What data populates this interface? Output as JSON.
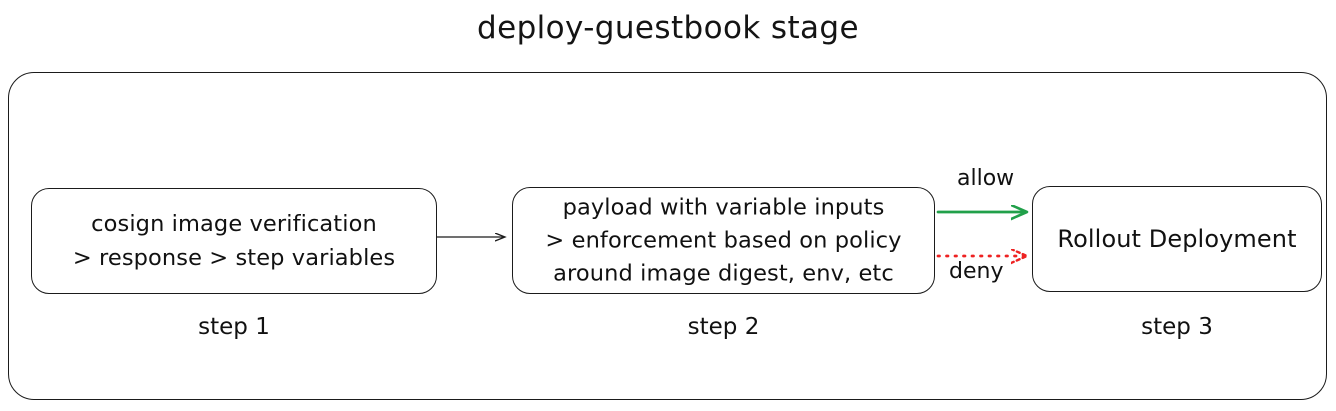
{
  "title": "deploy-guestbook stage",
  "colors": {
    "stroke": "#1b1b1b",
    "text": "#111111",
    "allow": "#21a04a",
    "deny": "#ee2222",
    "background": "#ffffff"
  },
  "stage": {
    "label": "deploy-guestbook stage"
  },
  "steps": [
    {
      "id": "step1",
      "caption": "step 1",
      "lines": [
        "cosign image verification",
        "> response > step variables"
      ]
    },
    {
      "id": "step2",
      "caption": "step 2",
      "lines": [
        "payload with variable inputs",
        "> enforcement based on policy",
        "around image digest, env, etc"
      ]
    },
    {
      "id": "step3",
      "caption": "step 3",
      "lines": [
        "Rollout Deployment"
      ]
    }
  ],
  "edges": [
    {
      "id": "edge-step1-step2",
      "from": "step1",
      "to": "step2",
      "label": "",
      "style": "solid",
      "color": "#1b1b1b"
    },
    {
      "id": "edge-allow",
      "from": "step2",
      "to": "step3",
      "label": "allow",
      "style": "solid",
      "color": "#21a04a"
    },
    {
      "id": "edge-deny",
      "from": "step2",
      "to": "step3",
      "label": "deny",
      "style": "dotted",
      "color": "#ee2222"
    }
  ],
  "labels": {
    "allow": "allow",
    "deny": "deny"
  },
  "step1_line1": "cosign image verification",
  "step1_line2": "> response > step variables",
  "step2_line1": "payload with variable inputs",
  "step2_line2": "> enforcement based on policy",
  "step2_line3": "around image digest, env, etc",
  "step3_line1": "Rollout Deployment",
  "caption1": "step 1",
  "caption2": "step 2",
  "caption3": "step 3"
}
